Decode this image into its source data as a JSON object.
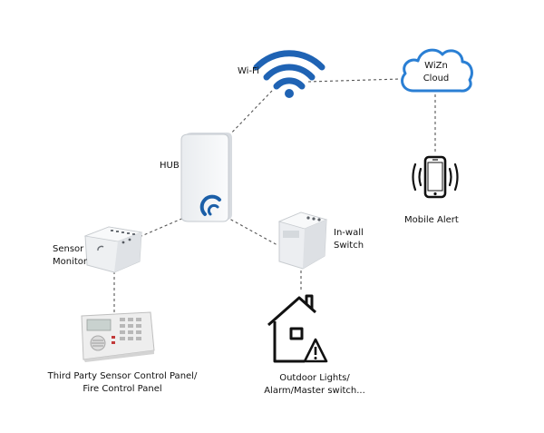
{
  "diagram": {
    "colors": {
      "wifi_blue": "#1f63b4",
      "cloud_blue": "#2a7fd4",
      "hub_logo": "#1b5fa8",
      "link_line": "#555555",
      "house_stroke": "#111111"
    },
    "nodes": {
      "wifi": {
        "label": "Wi-Fi",
        "icon": "wifi-icon"
      },
      "cloud": {
        "line1": "WiZn",
        "line2": "Cloud",
        "icon": "cloud-icon"
      },
      "hub": {
        "label": "HUB",
        "icon": "hub-device"
      },
      "mobile": {
        "label": "Mobile Alert",
        "icon": "smartphone-vibrate-icon"
      },
      "sensor_monitor": {
        "line1": "Sensor",
        "line2": "Monitor",
        "icon": "sensor-module-device"
      },
      "inwall_switch": {
        "line1": "In-wall",
        "line2": "Switch",
        "icon": "switch-module-device"
      },
      "control_panel": {
        "line1": "Third Party Sensor Control Panel/",
        "line2": "Fire Control Panel",
        "icon": "keypad-panel-device"
      },
      "outdoor": {
        "line1": "Outdoor Lights/",
        "line2": "Alarm/Master switch...",
        "icon": "house-warning-icon"
      }
    },
    "connections": [
      [
        "wifi",
        "cloud"
      ],
      [
        "wifi",
        "hub"
      ],
      [
        "cloud",
        "mobile"
      ],
      [
        "hub",
        "sensor_monitor"
      ],
      [
        "hub",
        "inwall_switch"
      ],
      [
        "sensor_monitor",
        "control_panel"
      ],
      [
        "inwall_switch",
        "outdoor"
      ]
    ]
  }
}
